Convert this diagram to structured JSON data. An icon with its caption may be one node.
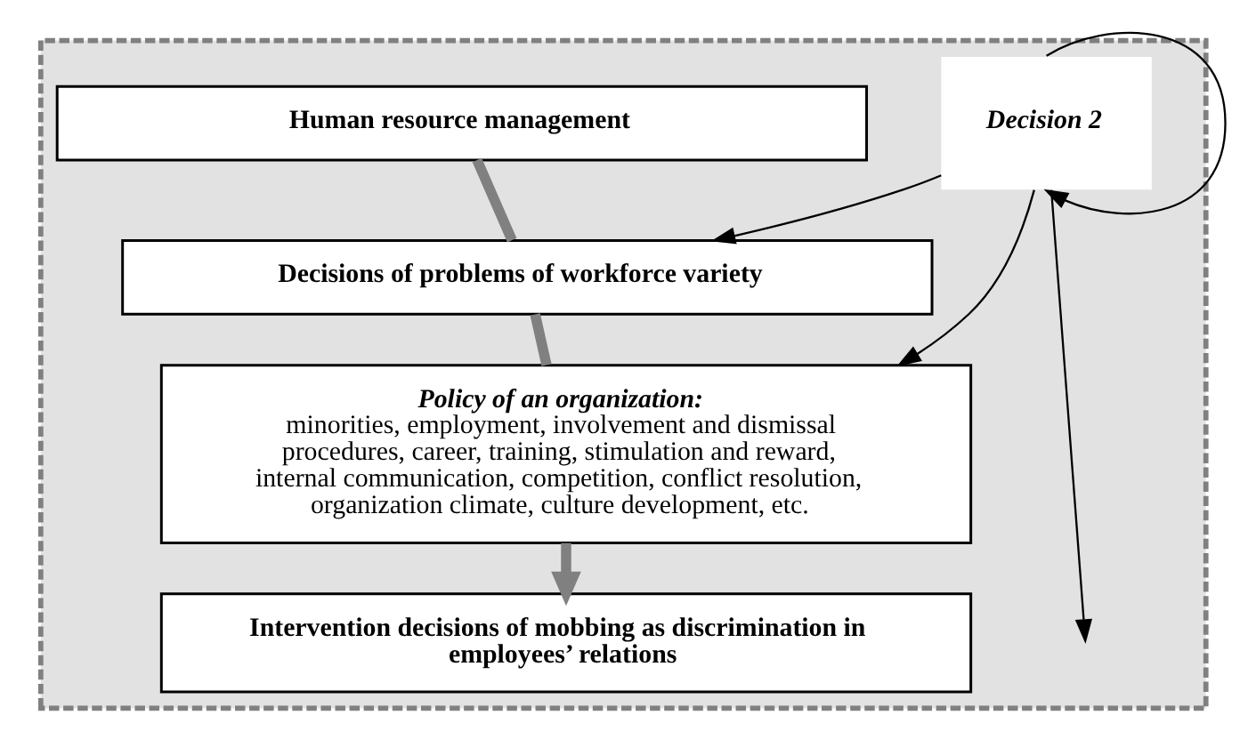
{
  "diagram": {
    "nodes": [
      {
        "text": [],
        "shape": "box"
      },
      {
        "text": [
          "Human resource management"
        ],
        "in": 0
      },
      {
        "text": [
          "Decisions of problems of workforce variety"
        ],
        "in": 0
      },
      {
        "text": [
          "Policy of an organization:",
          "minorities, employment, involvement and dismissal procedures, career, training, stimulation and reward, internal communication, competition, conflict resolution, organization climate, culture development, etc."
        ],
        "in": 0
      },
      {
        "text": [
          "Intervention decisions of mobbing as discrimination in employees’ relations"
        ],
        "in": 0
      },
      {
        "text": [
          "Decision 2"
        ],
        "in": 0
      }
    ],
    "edges": [
      {
        "from": 1,
        "to": 2,
        "arrow": "none",
        "style": "thick",
        "color": "#808080"
      },
      {
        "from": 2,
        "to": 3,
        "arrow": "none",
        "style": "thick",
        "color": "#808080"
      },
      {
        "from": 3,
        "to": 4,
        "arrow": "to",
        "style": "thick",
        "color": "#808080"
      },
      {
        "from": 5,
        "to": 2,
        "arrow": "to"
      },
      {
        "from": 5,
        "to": 3,
        "arrow": "to"
      },
      {
        "from": 5,
        "to": 5,
        "arrow": "to"
      },
      {
        "from": 5,
        "to": null,
        "arrow": "to"
      }
    ]
  }
}
